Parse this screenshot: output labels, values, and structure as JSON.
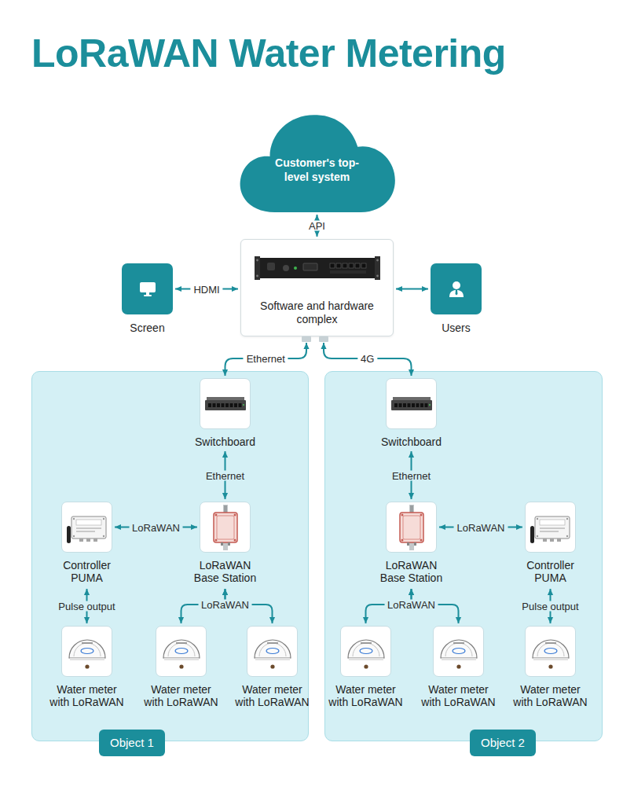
{
  "diagram": {
    "title": "LoRaWAN Water Metering",
    "nodes": [
      {
        "text": [
          "Customer's top-level system"
        ]
      },
      {
        "text": [
          "Screen"
        ]
      },
      {
        "text": [
          "Software and hardware complex"
        ]
      },
      {
        "text": [
          "Users"
        ]
      },
      {
        "text": [
          "Object 1"
        ]
      },
      {
        "text": [
          "Switchboard"
        ],
        "in": 4
      },
      {
        "text": [
          "Controller PUMA"
        ],
        "in": 4
      },
      {
        "text": [
          "LoRaWAN Base Station"
        ],
        "in": 4
      },
      {
        "text": [
          "Water meter with LoRaWAN"
        ],
        "in": 4
      },
      {
        "text": [
          "Water meter with LoRaWAN"
        ],
        "in": 4
      },
      {
        "text": [
          "Water meter with LoRaWAN"
        ],
        "in": 4
      },
      {
        "text": [
          "Object 2"
        ]
      },
      {
        "text": [
          "Switchboard"
        ],
        "in": 11
      },
      {
        "text": [
          "LoRaWAN Base Station"
        ],
        "in": 11
      },
      {
        "text": [
          "Controller PUMA"
        ],
        "in": 11
      },
      {
        "text": [
          "Water meter with LoRaWAN"
        ],
        "in": 11
      },
      {
        "text": [
          "Water meter with LoRaWAN"
        ],
        "in": 11
      },
      {
        "text": [
          "Water meter with LoRaWAN"
        ],
        "in": 11
      }
    ],
    "edges": [
      {
        "from": 0,
        "to": 2,
        "label": "API",
        "arrow": "both"
      },
      {
        "from": 1,
        "to": 2,
        "label": "HDMI",
        "arrow": "both"
      },
      {
        "from": 2,
        "to": 3,
        "arrow": "both"
      },
      {
        "from": 2,
        "to": 5,
        "label": "Ethernet",
        "arrow": "both"
      },
      {
        "from": 2,
        "to": 12,
        "label": "4G",
        "arrow": "both"
      },
      {
        "from": 5,
        "to": 7,
        "label": "Ethernet",
        "arrow": "both"
      },
      {
        "from": 6,
        "to": 7,
        "label": "LoRaWAN",
        "arrow": "both"
      },
      {
        "from": 6,
        "to": 8,
        "label": "Pulse output",
        "arrow": "both"
      },
      {
        "from": 7,
        "to": 9,
        "label": "LoRaWAN",
        "arrow": "both"
      },
      {
        "from": 7,
        "to": 10,
        "arrow": "both"
      },
      {
        "from": 12,
        "to": 13,
        "label": "Ethernet",
        "arrow": "both"
      },
      {
        "from": 13,
        "to": 14,
        "label": "LoRaWAN",
        "arrow": "both"
      },
      {
        "from": 13,
        "to": 15,
        "label": "LoRaWAN",
        "arrow": "both"
      },
      {
        "from": 13,
        "to": 16,
        "arrow": "both"
      },
      {
        "from": 14,
        "to": 17,
        "label": "Pulse output",
        "arrow": "both"
      }
    ]
  }
}
